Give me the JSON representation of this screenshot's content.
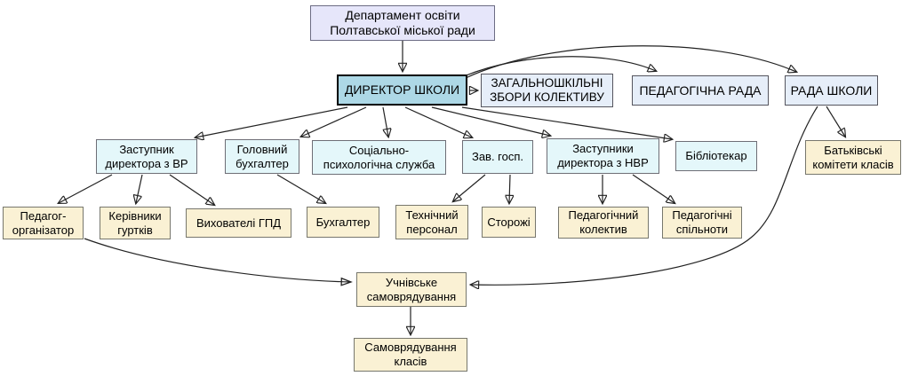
{
  "diagram": {
    "background": "#ffffff",
    "colors": {
      "department_fill": "#e6e6fa",
      "director_fill": "#add8e6",
      "council_fill": "#e6eef9",
      "staff_fill": "#e4f7fa",
      "unit_fill": "#faf1d4",
      "line": "#222222",
      "text": "#000000"
    },
    "nodes": {
      "department": {
        "label": "Департамент освіти\nПолтавської міської ради"
      },
      "director": {
        "label": "ДИРЕКТОР ШКОЛИ"
      },
      "assembly": {
        "label": "ЗАГАЛЬНОШКІЛЬНІ\nЗБОРИ КОЛЕКТИВУ"
      },
      "ped_council": {
        "label": "ПЕДАГОГІЧНА РАДА"
      },
      "school_council": {
        "label": "РАДА ШКОЛИ"
      },
      "deputy_vr": {
        "label": "Заступник\nдиректора з ВР"
      },
      "chief_accountant": {
        "label": "Головний\nбухгалтер"
      },
      "social_service": {
        "label": "Соціально-\nпсихологічна служба"
      },
      "facilities_manager": {
        "label": "Зав. госп."
      },
      "deputies_nvr": {
        "label": "Заступники\nдиректора з НВР"
      },
      "librarian": {
        "label": "Бібліотекар"
      },
      "parent_committees": {
        "label": "Батьківські\nкомітети класів"
      },
      "ped_organizer": {
        "label": "Педагог-\nорганізатор"
      },
      "club_leaders": {
        "label": "Керівники\nгуртків"
      },
      "gpd_educators": {
        "label": "Вихователі ГПД"
      },
      "accountant": {
        "label": "Бухгалтер"
      },
      "tech_staff": {
        "label": "Технічний\nперсонал"
      },
      "guards": {
        "label": "Сторожі"
      },
      "ped_collective": {
        "label": "Педагогічний\nколектив"
      },
      "ped_communities": {
        "label": "Педагогічні\nспільноти"
      },
      "student_council": {
        "label": "Учнівське\nсамоврядування"
      },
      "class_councils": {
        "label": "Самоврядування\nкласів"
      }
    },
    "edges": [
      {
        "from": "department",
        "to": "director",
        "arrowhead": "filled"
      },
      {
        "from": "director",
        "to": "assembly",
        "arrowhead": "filled"
      },
      {
        "from": "director",
        "to": "ped_council",
        "arrowhead": "filled"
      },
      {
        "from": "director",
        "to": "school_council",
        "arrowhead": "filled"
      },
      {
        "from": "director",
        "to": "deputy_vr",
        "arrowhead": "filled"
      },
      {
        "from": "director",
        "to": "chief_accountant",
        "arrowhead": "filled"
      },
      {
        "from": "director",
        "to": "social_service",
        "arrowhead": "filled"
      },
      {
        "from": "director",
        "to": "facilities_manager",
        "arrowhead": "filled"
      },
      {
        "from": "director",
        "to": "deputies_nvr",
        "arrowhead": "filled"
      },
      {
        "from": "director",
        "to": "librarian",
        "arrowhead": "filled"
      },
      {
        "from": "school_council",
        "to": "parent_committees",
        "arrowhead": "filled"
      },
      {
        "from": "school_council",
        "to": "student_council",
        "arrowhead": "filled"
      },
      {
        "from": "deputy_vr",
        "to": "ped_organizer",
        "arrowhead": "filled"
      },
      {
        "from": "deputy_vr",
        "to": "club_leaders",
        "arrowhead": "filled"
      },
      {
        "from": "deputy_vr",
        "to": "gpd_educators",
        "arrowhead": "filled"
      },
      {
        "from": "chief_accountant",
        "to": "accountant",
        "arrowhead": "filled"
      },
      {
        "from": "facilities_manager",
        "to": "tech_staff",
        "arrowhead": "filled"
      },
      {
        "from": "facilities_manager",
        "to": "guards",
        "arrowhead": "filled"
      },
      {
        "from": "deputies_nvr",
        "to": "ped_collective",
        "arrowhead": "filled"
      },
      {
        "from": "deputies_nvr",
        "to": "ped_communities",
        "arrowhead": "filled"
      },
      {
        "from": "ped_organizer",
        "to": "student_council",
        "arrowhead": "open"
      },
      {
        "from": "student_council",
        "to": "class_councils",
        "arrowhead": "filled"
      }
    ]
  }
}
